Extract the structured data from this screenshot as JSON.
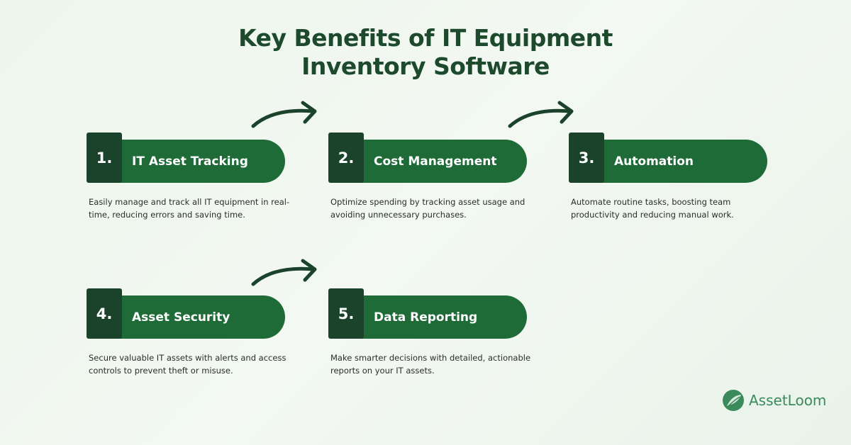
{
  "title": {
    "line1": "Key Benefits of IT Equipment",
    "line2": "Inventory Software"
  },
  "benefits": [
    {
      "number": "1.",
      "title": "IT Asset Tracking",
      "description": "Easily manage and track all IT equipment in real-time, reducing errors and saving time."
    },
    {
      "number": "2.",
      "title": "Cost Management",
      "description": "Optimize spending by tracking asset usage and avoiding unnecessary purchases."
    },
    {
      "number": "3.",
      "title": "Automation",
      "description": "Automate routine tasks, boosting team productivity and reducing manual work."
    },
    {
      "number": "4.",
      "title": "Asset Security",
      "description": "Secure valuable IT assets with alerts and access controls to prevent theft or misuse."
    },
    {
      "number": "5.",
      "title": "Data Reporting",
      "description": "Make smarter decisions with detailed, actionable reports on your IT assets."
    }
  ],
  "brand": {
    "name": "AssetLoom"
  },
  "colors": {
    "dark": "#1b432b",
    "accent": "#1e6b38",
    "title": "#1d4a2c"
  }
}
